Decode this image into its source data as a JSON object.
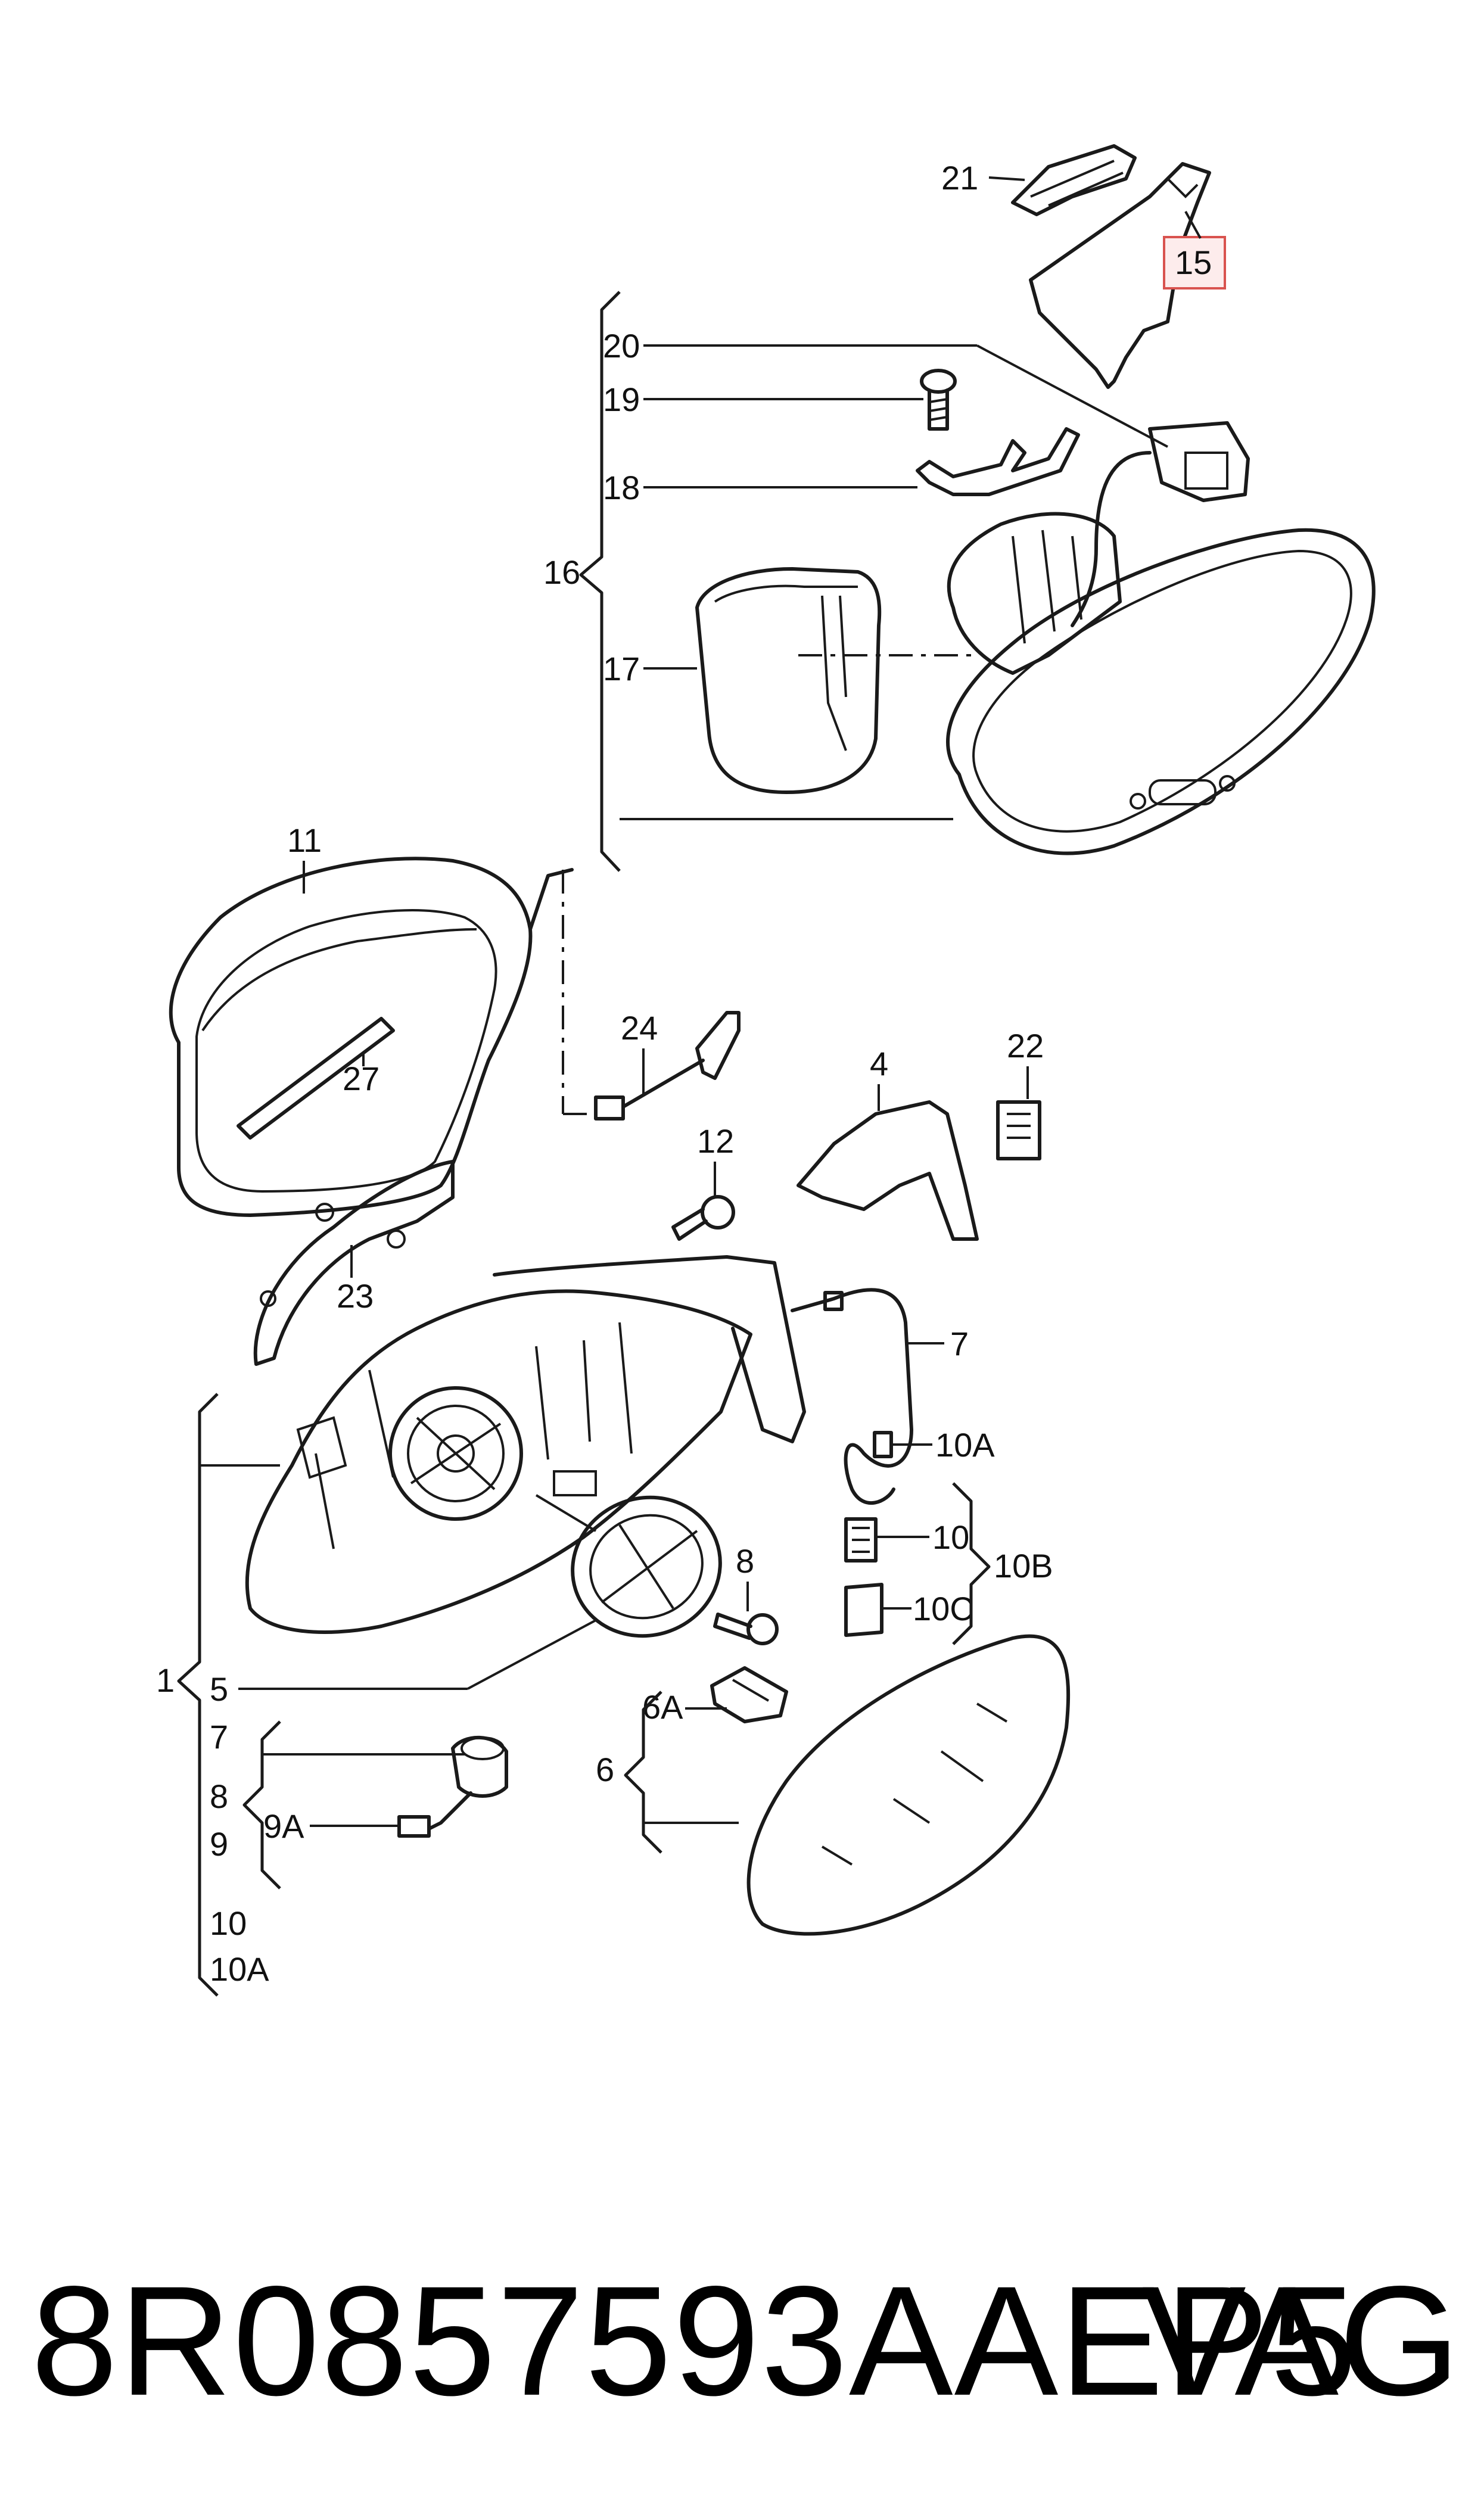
{
  "labels": {
    "l1": "1",
    "l4": "4",
    "l5": "5",
    "l6": "6",
    "l6A": "6A",
    "l7": "7",
    "l7b": "7",
    "l8": "8",
    "l8b": "8",
    "l9": "9",
    "l9A": "9A",
    "l10": "10",
    "l10b": "10",
    "l10A": "10A",
    "l10Ab": "10A",
    "l10B": "10B",
    "l10C": "10C",
    "l11": "11",
    "l12": "12",
    "l15": "15",
    "l16": "16",
    "l17": "17",
    "l18": "18",
    "l19": "19",
    "l20": "20",
    "l21": "21",
    "l22": "22",
    "l23": "23",
    "l24": "24",
    "l27": "27"
  },
  "highlight_color": "#d9534f",
  "footer": {
    "part_number": "8R0857593AAEP5",
    "brand": "VAG"
  }
}
